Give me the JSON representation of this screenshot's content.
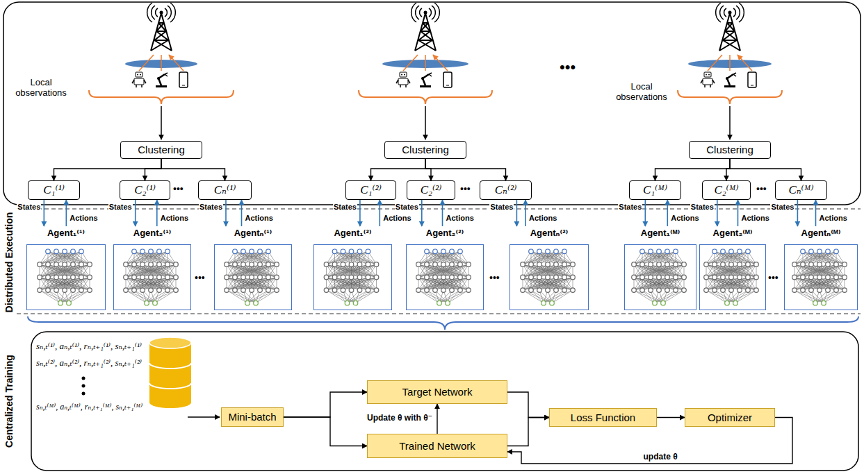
{
  "diagram": {
    "nodes": [
      {
        "text": [
          "Clustering"
        ]
      },
      {
        "text": [
          "C₁⁽¹⁾"
        ]
      },
      {
        "text": [
          "C₂⁽¹⁾"
        ]
      },
      {
        "text": [
          "Cₙ⁽¹⁾"
        ]
      },
      {
        "text": [
          "Clustering"
        ]
      },
      {
        "text": [
          "C₁⁽²⁾"
        ]
      },
      {
        "text": [
          "C₂⁽²⁾"
        ]
      },
      {
        "text": [
          "Cₙ⁽²⁾"
        ]
      },
      {
        "text": [
          "Clustering"
        ]
      },
      {
        "text": [
          "C₁⁽ᴹ⁾"
        ]
      },
      {
        "text": [
          "C₂⁽ᴹ⁾"
        ]
      },
      {
        "text": [
          "Cₙ⁽ᴹ⁾"
        ]
      },
      {
        "text": [
          "Agent₁⁽¹⁾"
        ]
      },
      {
        "text": [
          "Agent₂⁽¹⁾"
        ]
      },
      {
        "text": [
          "Agentₙ⁽¹⁾"
        ]
      },
      {
        "text": [
          "Agent₁⁽²⁾"
        ]
      },
      {
        "text": [
          "Agent₂⁽²⁾"
        ]
      },
      {
        "text": [
          "Agentₙ⁽²⁾"
        ]
      },
      {
        "text": [
          "Agent₁⁽ᴹ⁾"
        ]
      },
      {
        "text": [
          "Agent₂⁽ᴹ⁾"
        ]
      },
      {
        "text": [
          "Agentₙ⁽ᴹ⁾"
        ]
      },
      {
        "text": [
          "Mini-batch"
        ]
      },
      {
        "text": [
          "Target Network"
        ]
      },
      {
        "text": [
          "Trained Network"
        ]
      },
      {
        "text": [
          "Loss Function"
        ]
      },
      {
        "text": [
          "Optimizer"
        ]
      }
    ],
    "edges": [
      {
        "from": 0,
        "to": 1,
        "arrow": "to"
      },
      {
        "from": 0,
        "to": 2,
        "arrow": "to"
      },
      {
        "from": 0,
        "to": 3,
        "arrow": "to"
      },
      {
        "from": 4,
        "to": 5,
        "arrow": "to"
      },
      {
        "from": 4,
        "to": 6,
        "arrow": "to"
      },
      {
        "from": 4,
        "to": 7,
        "arrow": "to"
      },
      {
        "from": 8,
        "to": 9,
        "arrow": "to"
      },
      {
        "from": 8,
        "to": 10,
        "arrow": "to"
      },
      {
        "from": 8,
        "to": 11,
        "arrow": "to"
      },
      {
        "from": 1,
        "to": 12,
        "label": "States",
        "arrow": "to"
      },
      {
        "from": 12,
        "to": 1,
        "label": "Actions",
        "arrow": "to"
      },
      {
        "from": 2,
        "to": 13,
        "label": "States",
        "arrow": "to"
      },
      {
        "from": 13,
        "to": 2,
        "label": "Actions",
        "arrow": "to"
      },
      {
        "from": 3,
        "to": 14,
        "label": "States",
        "arrow": "to"
      },
      {
        "from": 14,
        "to": 3,
        "label": "Actions",
        "arrow": "to"
      },
      {
        "from": 5,
        "to": 15,
        "label": "States",
        "arrow": "to"
      },
      {
        "from": 15,
        "to": 5,
        "label": "Actions",
        "arrow": "to"
      },
      {
        "from": 6,
        "to": 16,
        "label": "States",
        "arrow": "to"
      },
      {
        "from": 16,
        "to": 6,
        "label": "Actions",
        "arrow": "to"
      },
      {
        "from": 7,
        "to": 17,
        "label": "States",
        "arrow": "to"
      },
      {
        "from": 17,
        "to": 7,
        "label": "Actions",
        "arrow": "to"
      },
      {
        "from": 9,
        "to": 18,
        "label": "States",
        "arrow": "to"
      },
      {
        "from": 18,
        "to": 9,
        "label": "Actions",
        "arrow": "to"
      },
      {
        "from": 10,
        "to": 19,
        "label": "States",
        "arrow": "to"
      },
      {
        "from": 19,
        "to": 10,
        "label": "Actions",
        "arrow": "to"
      },
      {
        "from": 11,
        "to": 20,
        "label": "States",
        "arrow": "to"
      },
      {
        "from": 20,
        "to": 11,
        "label": "Actions",
        "arrow": "to"
      },
      {
        "from": 21,
        "to": 22,
        "arrow": "to"
      },
      {
        "from": 21,
        "to": 23,
        "arrow": "to"
      },
      {
        "from": 23,
        "to": 22,
        "label": "Update θ with θ⁻",
        "arrow": "to"
      },
      {
        "from": 22,
        "to": 24,
        "arrow": "to"
      },
      {
        "from": 23,
        "to": 24,
        "arrow": "to"
      },
      {
        "from": 24,
        "to": 25,
        "arrow": "to"
      },
      {
        "from": 25,
        "to": 23,
        "label": "update θ",
        "arrow": "to"
      }
    ],
    "labels": [
      "Local observations",
      "•••",
      "Local observations",
      "•••",
      "•••",
      "•••",
      "Distributed Execution",
      "•••",
      "•••",
      "•••",
      "Centralized Training",
      "sₙ,ₜ⁽¹⁾, aₙ,ₜ⁽¹⁾, rₙ,ₜ₊₁⁽¹⁾, sₙ,ₜ₊₁⁽¹⁾",
      "sₙ,ₜ⁽²⁾, aₙ,ₜ⁽²⁾, rₙ,ₜ₊₁⁽²⁾, sₙ,ₜ₊₁⁽²⁾",
      "sₙ,ₜ⁽ᴹ⁾, aₙ,ₜ⁽ᴹ⁾, rₙ,ₜ₊₁⁽ᴹ⁾, sₙ,ₜ₊₁⁽ᴹ⁾"
    ]
  }
}
